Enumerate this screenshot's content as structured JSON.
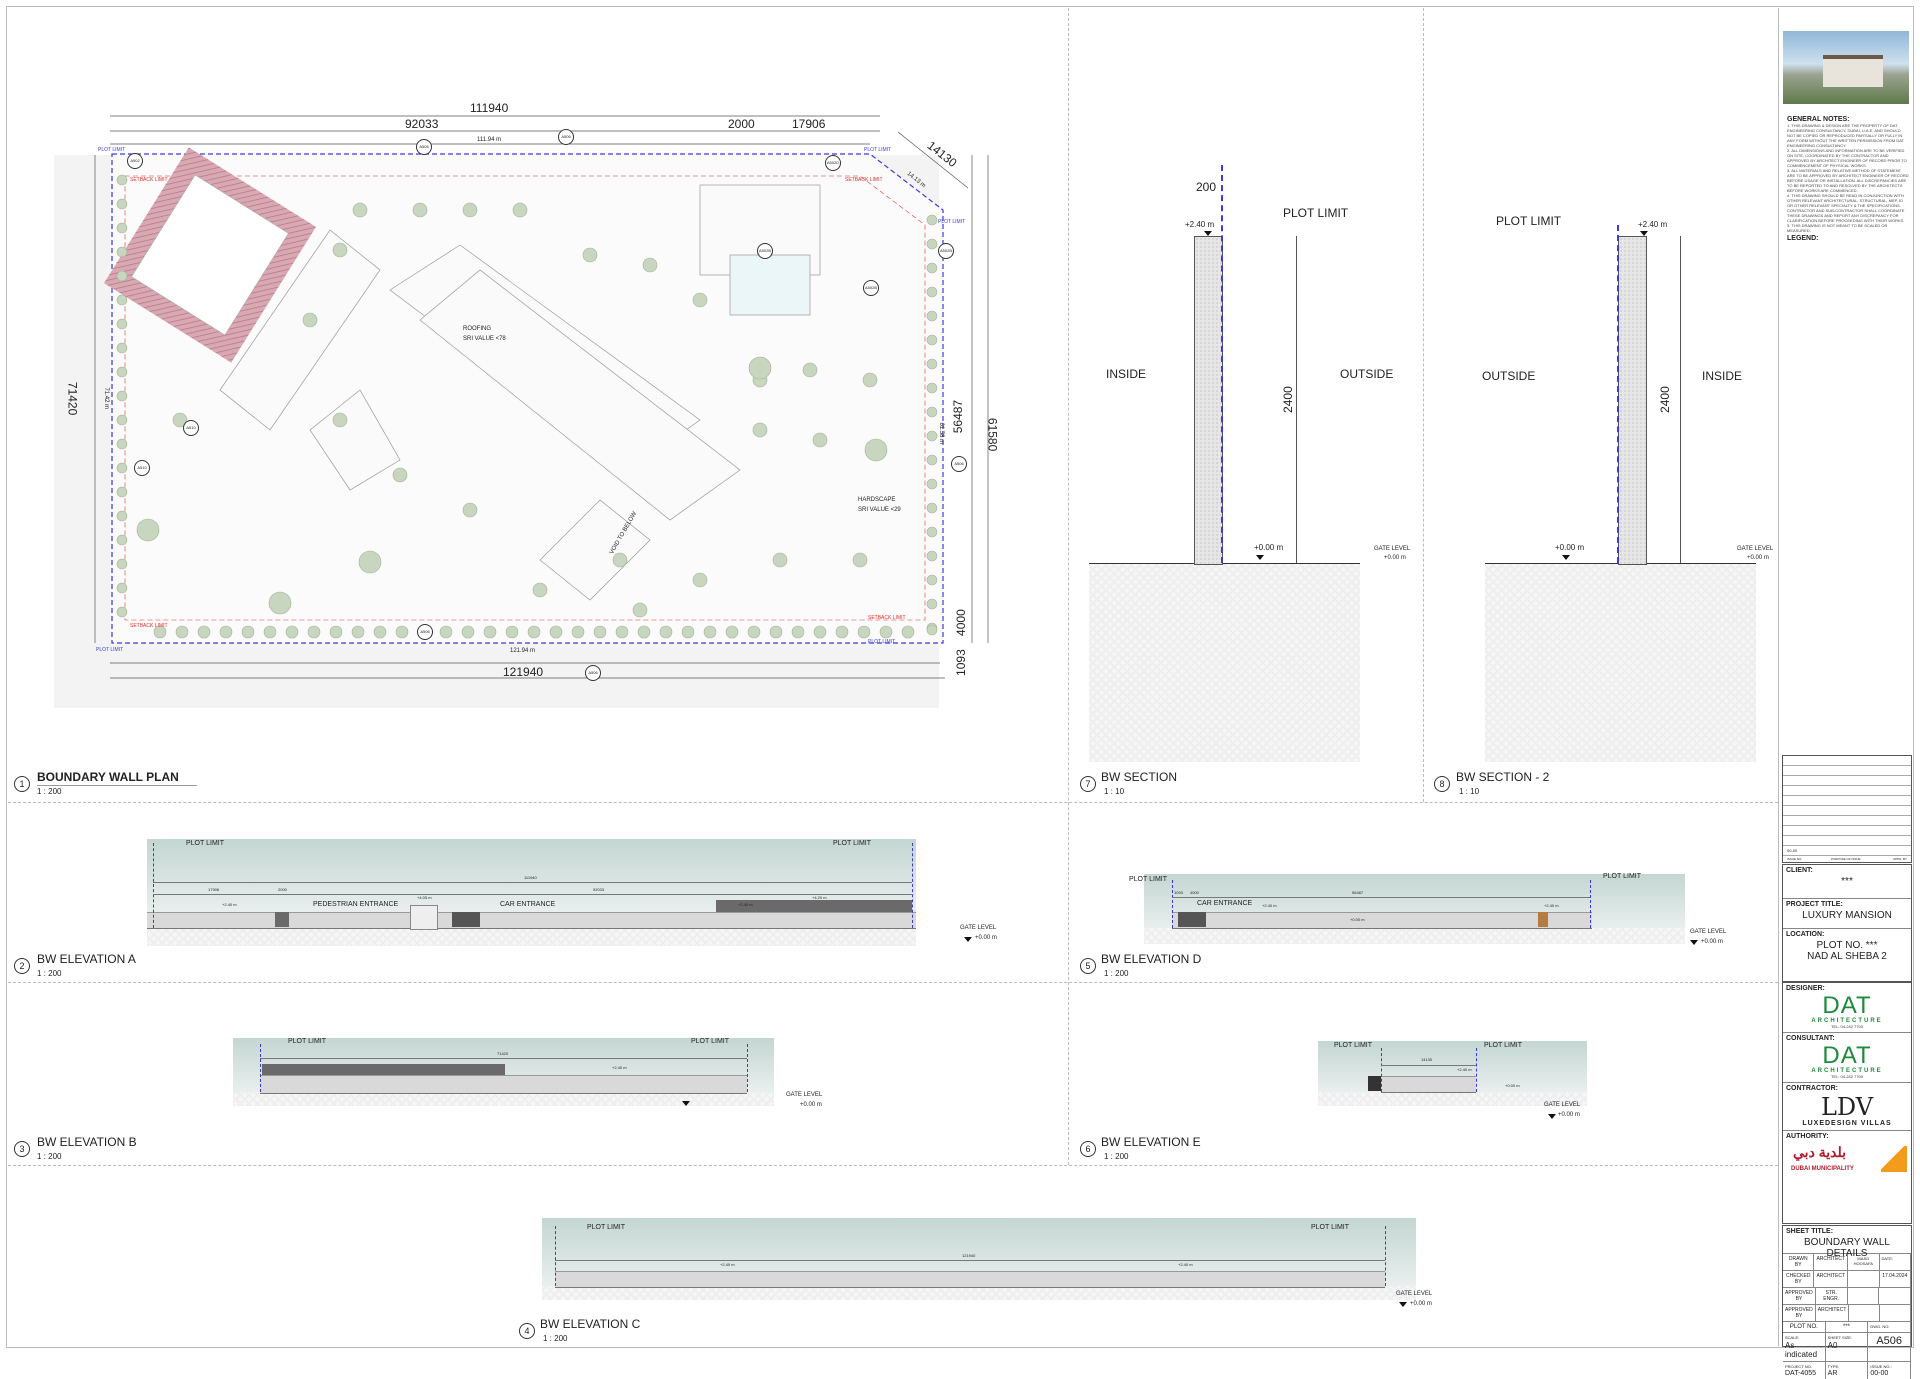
{
  "sheet": {
    "frame_color": "#bbbbbb",
    "plot_limit_color": "#3a3adf",
    "setback_color": "#e0302a"
  },
  "plan": {
    "number": "1",
    "title": "BOUNDARY WALL PLAN",
    "scale": "1 : 200",
    "dims": {
      "top_total": "111940",
      "top_a": "92033",
      "top_b": "2000",
      "top_c": "17906",
      "top_m": "111.94 m",
      "diag": "14130",
      "diag_m": "14.13 m",
      "left": "71420",
      "left_m": "71.42 m",
      "right_total": "61580",
      "right_a": "56487",
      "right_m": "61.58 m",
      "right_b": "4000",
      "right_c": "1093",
      "bottom_total": "121940",
      "bottom_m": "121.94 m"
    },
    "labels": {
      "roofing": "ROOFING",
      "roofing_sri": "SRI VALUE <78",
      "hardscape": "HARDSCAPE",
      "hardscape_sri": "SRI VALUE <29",
      "void": "VOID TO BELOW",
      "setback": "SETBACK LIMIT",
      "plot_limit": "PLOT LIMIT"
    },
    "tags": [
      "A506",
      "A506",
      "A502",
      "A510",
      "A510",
      "A506",
      "A506",
      "A502D",
      "A502B",
      "A502B",
      "A502B",
      "A506"
    ]
  },
  "section1": {
    "number": "7",
    "title": "BW  SECTION",
    "scale": "1 : 10",
    "thickness": "200",
    "plot_limit": "PLOT LIMIT",
    "top_level": "+2.40 m",
    "left": "INSIDE",
    "right": "OUTSIDE",
    "height": "2400",
    "ground_level": "+0.00 m",
    "gate_level": "GATE LEVEL",
    "gate_value": "+0.00 m"
  },
  "section2": {
    "number": "8",
    "title": "BW  SECTION - 2",
    "scale": "1 : 10",
    "plot_limit": "PLOT LIMIT",
    "top_level": "+2.40 m",
    "left": "OUTSIDE",
    "right": "INSIDE",
    "height": "2400",
    "ground_level": "+0.00 m",
    "gate_level": "GATE LEVEL",
    "gate_value": "+0.00 m"
  },
  "elevA": {
    "number": "2",
    "title": "BW ELEVATION A",
    "scale": "1 : 200",
    "plot_limit": "PLOT LIMIT",
    "total": "111940",
    "d1": "17906",
    "d2": "2000",
    "d3": "92033",
    "ped": "PEDESTRIAN ENTRANCE",
    "car": "CAR ENTRANCE",
    "lvl1": "+2.40 m",
    "lvl2": "+4.05 m",
    "lvl3": "+2.40 m",
    "lvl4": "+4.20 m",
    "gate_level": "GATE LEVEL",
    "gate_value": "+0.00 m"
  },
  "elevB": {
    "number": "3",
    "title": "BW ELEVATION B",
    "scale": "1 : 200",
    "plot_limit": "PLOT LIMIT",
    "total": "71420",
    "lvl": "+2.40 m",
    "gate_level": "GATE LEVEL",
    "gate_value": "+0.00 m"
  },
  "elevC": {
    "number": "4",
    "title": "BW ELEVATION C",
    "scale": "1 : 200",
    "plot_limit": "PLOT LIMIT",
    "total": "121940",
    "lvl": "+2.40 m",
    "gate_level": "GATE LEVEL",
    "gate_value": "+0.00 m"
  },
  "elevD": {
    "number": "5",
    "title": "BW ELEVATION D",
    "scale": "1 : 200",
    "plot_limit": "PLOT LIMIT",
    "d1": "1093",
    "d2": "4000",
    "total": "56487",
    "car": "CAR ENTRANCE",
    "lvl": "+2.40 m",
    "ground": "+0.00 m",
    "gate_level": "GATE LEVEL",
    "gate_value": "+0.00 m"
  },
  "elevE": {
    "number": "6",
    "title": "BW ELEVATION E",
    "scale": "1 : 200",
    "plot_limit": "PLOT LIMIT",
    "total": "14130",
    "lvl": "+2.40 m",
    "ground": "+0.00 m",
    "gate_level": "GATE LEVEL",
    "gate_value": "+0.00 m"
  },
  "titleblock": {
    "notes_title": "GENERAL NOTES:",
    "notes": [
      "1. THIS DRAWING & DESIGN ARE THE PROPERTY OF DAT ENGINEERING CONSULTANCY, DUBAI, U.A.E. AND SHOULD NOT BE COPIED OR REPRODUCED PARTIALLY OR FULLY IN ANY FORM WITHOUT THE WRITTEN PERMISSION FROM DAT ENGINEERING CONSULTANCY.",
      "2. ALL DIMENSIONS AND INFORMATION ARE TO BE VERIFIED ON SITE, COORDINATED BY THE CONTRACTOR AND APPROVED BY ARCHITECT ENGINEER OF RECORD PRIOR TO COMMENCEMENT OF PHYSICAL WORKS.",
      "3. ALL MATERIALS AND RELATIVE METHOD OF STATEMENT ARE TO BE APPROVED BY ARCHITECT ENGINEER OF RECORD BEFORE USAGE OR INSTALLATION. ALL DISCREPANCIES ARE TO BE REPORTED TO AND RESOLVED BY THE ARCHITECTS BEFORE WORKS ARE COMMENCED.",
      "4. THIS DRAWING SHOULD BE READ IN CONJUNCTION WITH OTHER RELEVANT ARCHITECTURAL, STRUCTURAL, MEP, ID OR OTHER RELEVANT SPECIALTY & THE SPECIFICATIONS. CONTRACTOR AND SUB-CONTRACTOR SHALL COORDINATE THESE DRAWINGS AND REPORT ANY DISCREPANCY FOR CLARIFICATION BEFORE PROCEEDING WITH THEIR WORKS.",
      "5. THIS DRAWING IS NOT MEANT TO BE SCALED OR MEASURED."
    ],
    "legend_title": "LEGEND:",
    "revision": {
      "rev": "00-00",
      "issue_no": "ISSUE NO.",
      "purpose": "PURPOSE OF ISSUE",
      "appd": "APPD. BY"
    },
    "client_label": "CLIENT:",
    "client": "***",
    "project_label": "PROJECT TITLE:",
    "project": "LUXURY MANSION",
    "location_label": "LOCATION:",
    "location_1": "PLOT NO. ***",
    "location_2": "NAD AL SHEBA 2",
    "designer_label": "DESIGNER:",
    "consultant_label": "CONSULTANT:",
    "firm_logo": "DAT",
    "firm_sub": "ARCHITECTURE",
    "firm_tel": "TEL: 04-242 7700",
    "brand_color": "#1f8a3b",
    "contractor_label": "CONTRACTOR:",
    "contractor_logo": "LDV",
    "contractor_name": "LUXEDESIGN VILLAS",
    "authority_label": "AUTHORITY:",
    "authority_ar": "بلدية دبي",
    "authority_en": "DUBAI MUNICIPALITY",
    "sheet_title_label": "SHEET TITLE:",
    "sheet_title": "BOUNDARY WALL DETAILS",
    "rows": [
      {
        "k": "DRAWN BY",
        "v": "ARCHITECT",
        "x": "MAJID HOOSAFA"
      },
      {
        "k": "CHECKED BY",
        "v": "ARCHITECT",
        "x": ""
      },
      {
        "k": "APPROVED BY",
        "v": "STR. ENGR.",
        "x": ""
      },
      {
        "k": "APPROVED BY",
        "v": "ARCHITECT",
        "x": ""
      }
    ],
    "date_label": "DATE:",
    "date": "17.04.2024",
    "plot_label": "PLOT NO.",
    "plot": "***",
    "dwg_label": "DWG. NO:",
    "dwg": "A506",
    "scale_label": "SCALE:",
    "scale": "As indicated",
    "size_label": "SHEET SIZE:",
    "size": "A0",
    "project_no_label": "PROJECT NO.",
    "project_no": "DAT-4055",
    "type_label": "TYPE:",
    "type": "AR",
    "issue_label": "ISSUE NO.:",
    "issue": "00-00"
  }
}
